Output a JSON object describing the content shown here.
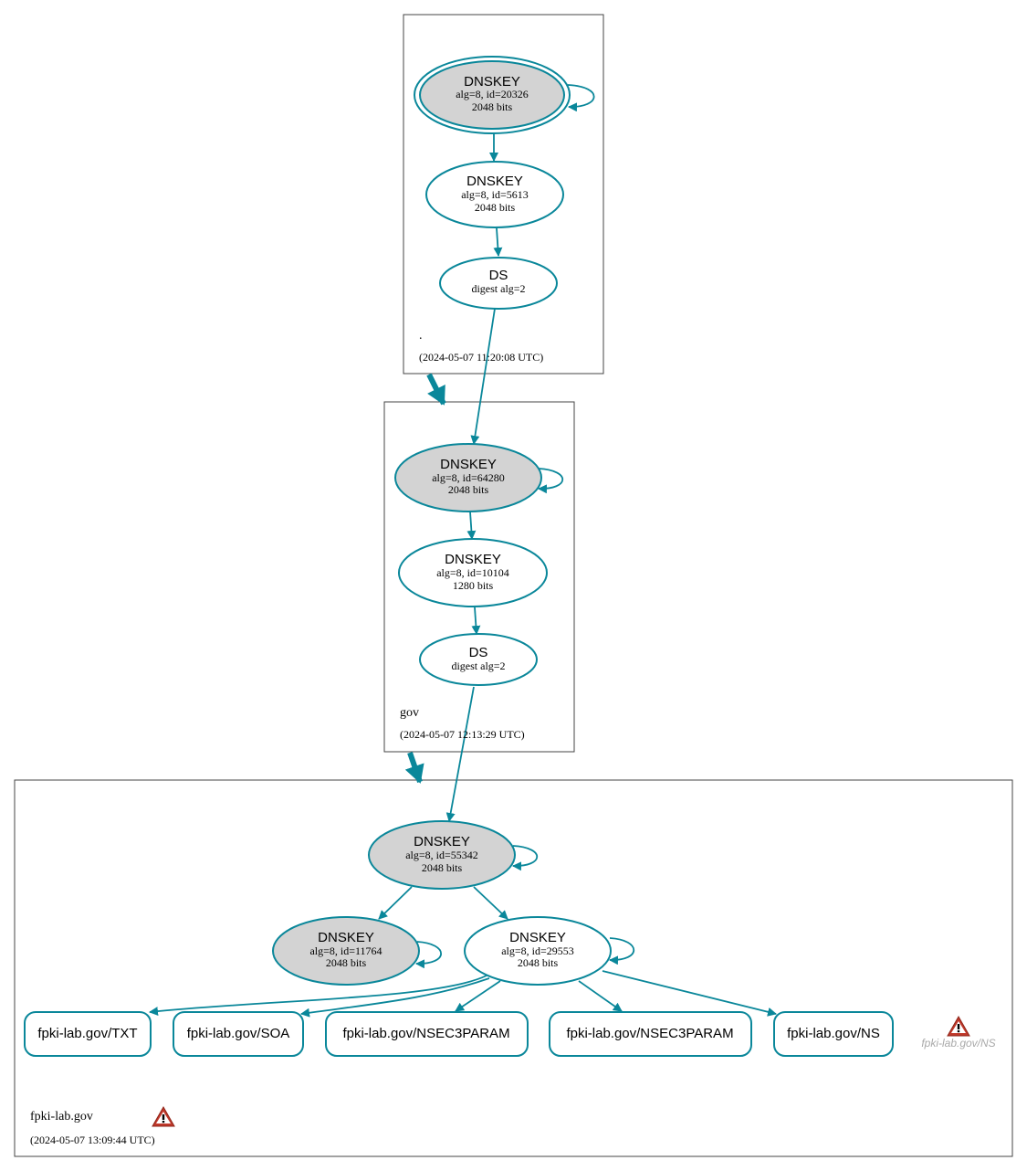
{
  "zones": {
    "root": {
      "name": ".",
      "timestamp": "(2024-05-07 11:20:08 UTC)",
      "ksk": {
        "title": "DNSKEY",
        "detail": "alg=8, id=20326",
        "size": "2048 bits"
      },
      "zsk": {
        "title": "DNSKEY",
        "detail": "alg=8, id=5613",
        "size": "2048 bits"
      },
      "ds": {
        "title": "DS",
        "detail": "digest alg=2"
      }
    },
    "gov": {
      "name": "gov",
      "timestamp": "(2024-05-07 12:13:29 UTC)",
      "ksk": {
        "title": "DNSKEY",
        "detail": "alg=8, id=64280",
        "size": "2048 bits"
      },
      "zsk": {
        "title": "DNSKEY",
        "detail": "alg=8, id=10104",
        "size": "1280 bits"
      },
      "ds": {
        "title": "DS",
        "detail": "digest alg=2"
      }
    },
    "fpki": {
      "name": "fpki-lab.gov",
      "timestamp": "(2024-05-07 13:09:44 UTC)",
      "ksk": {
        "title": "DNSKEY",
        "detail": "alg=8, id=55342",
        "size": "2048 bits"
      },
      "key2": {
        "title": "DNSKEY",
        "detail": "alg=8, id=11764",
        "size": "2048 bits"
      },
      "zsk": {
        "title": "DNSKEY",
        "detail": "alg=8, id=29553",
        "size": "2048 bits"
      },
      "records": [
        "fpki-lab.gov/TXT",
        "fpki-lab.gov/SOA",
        "fpki-lab.gov/NSEC3PARAM",
        "fpki-lab.gov/NSEC3PARAM",
        "fpki-lab.gov/NS"
      ],
      "ghost_record": "fpki-lab.gov/NS",
      "warning_icon": "warning-triangle-icon"
    }
  },
  "colors": {
    "edge": "#0a879a",
    "ksk_fill": "#d3d3d3",
    "warning": "#c0392b",
    "ghost_text": "#a9a9a9"
  }
}
